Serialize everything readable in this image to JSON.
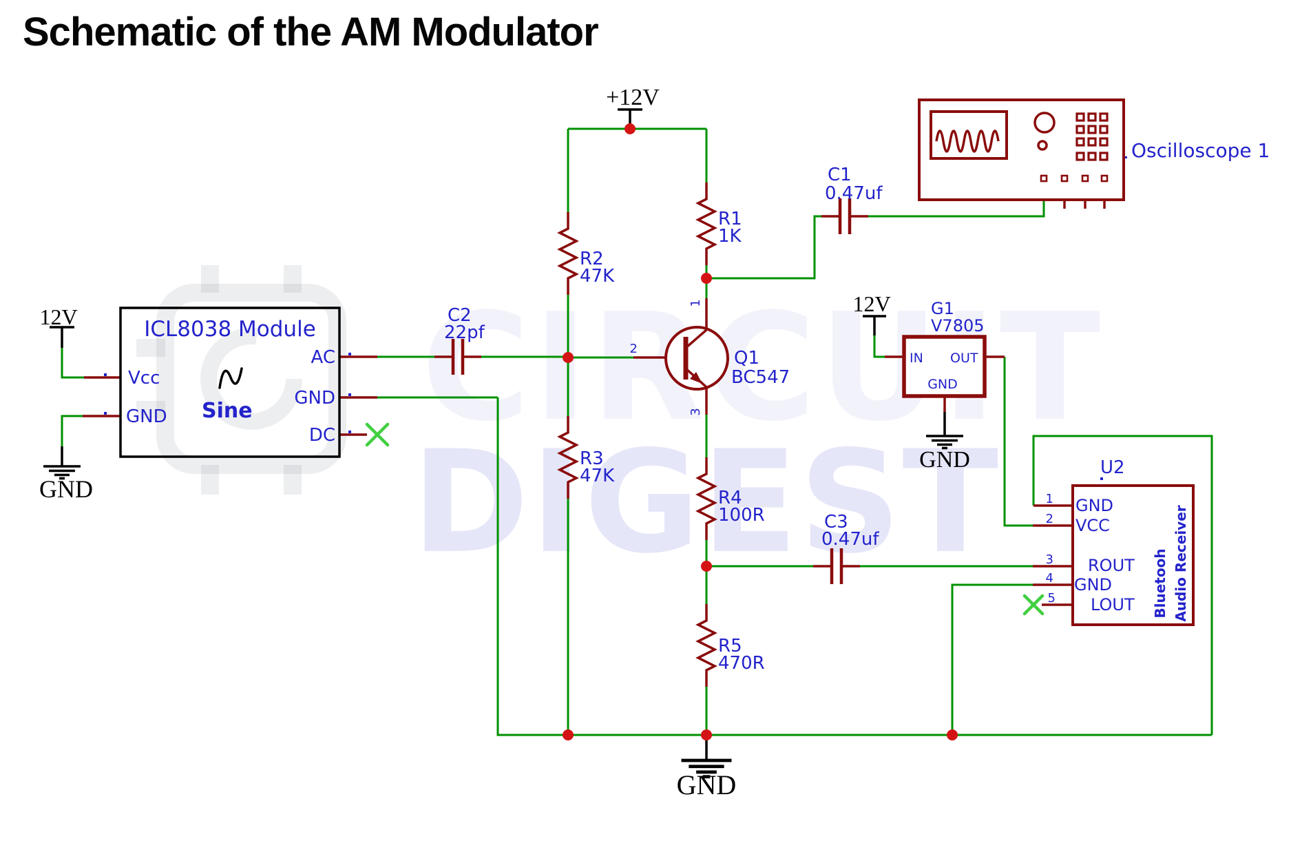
{
  "title": "Schematic of the AM Modulator",
  "watermark": {
    "line1": "CIRCUIT",
    "line2": "DIGEST"
  },
  "supplies": {
    "vcc_rail": "+12V",
    "module_12v": "12V",
    "g1_12v": "12V",
    "gnd_module": "GND",
    "gnd_g1": "GND",
    "gnd_main": "GND"
  },
  "module": {
    "title": "ICL8038 Module",
    "waveform": "Sine",
    "pin_vcc": "Vcc",
    "pin_gnd_left": "GND",
    "pin_ac": "AC",
    "pin_gnd_right": "GND",
    "pin_dc": "DC"
  },
  "resistors": {
    "r1": {
      "ref": "R1",
      "value": "1K"
    },
    "r2": {
      "ref": "R2",
      "value": "47K"
    },
    "r3": {
      "ref": "R3",
      "value": "47K"
    },
    "r4": {
      "ref": "R4",
      "value": "100R"
    },
    "r5": {
      "ref": "R5",
      "value": "470R"
    }
  },
  "capacitors": {
    "c1": {
      "ref": "C1",
      "value": "0.47uf"
    },
    "c2": {
      "ref": "C2",
      "value": "22pf"
    },
    "c3": {
      "ref": "C3",
      "value": "0.47uf"
    }
  },
  "transistor": {
    "ref": "Q1",
    "value": "BC547",
    "pin1": "1",
    "pin2": "2",
    "pin3": "3"
  },
  "regulator": {
    "ref": "G1",
    "value": "V7805",
    "pin_in": "IN",
    "pin_out": "OUT",
    "pin_gnd": "GND"
  },
  "bluetooth": {
    "ref": "U2",
    "name_line1": "Bluetooh",
    "name_line2": "Audio Receiver",
    "pins": [
      {
        "num": "1",
        "label": "GND"
      },
      {
        "num": "2",
        "label": "VCC"
      },
      {
        "num": "3",
        "label": "ROUT"
      },
      {
        "num": "4",
        "label": "GND"
      },
      {
        "num": "5",
        "label": "LOUT"
      }
    ]
  },
  "oscilloscope": {
    "label": "Oscilloscope 1"
  },
  "colors": {
    "wire": "#009100",
    "component": "#8a0c0c",
    "label_blue": "#2323cb",
    "junction": "#d41414",
    "no_connect": "#41cf41"
  }
}
